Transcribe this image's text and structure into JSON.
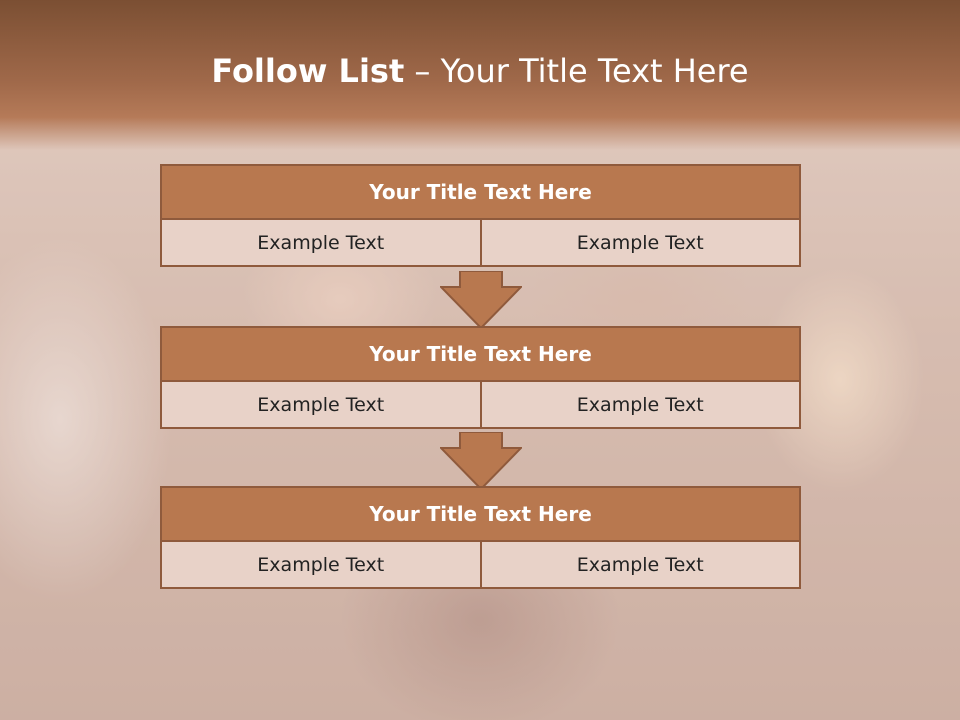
{
  "slide": {
    "title_bold": "Follow List",
    "title_rest": " – Your Title Text Here"
  },
  "boxes": [
    {
      "title": "Your Title Text Here",
      "left": "Example Text",
      "right": "Example Text"
    },
    {
      "title": "Your Title Text Here",
      "left": "Example Text",
      "right": "Example Text"
    },
    {
      "title": "Your Title Text Here",
      "left": "Example Text",
      "right": "Example Text"
    }
  ],
  "colors": {
    "header": "#a0694a",
    "box_title": "#b8784f",
    "box_cell": "#e8d2c8",
    "border": "#8f5a3c",
    "arrow": "#b8784f"
  },
  "icons": [
    "down-arrow-icon"
  ]
}
